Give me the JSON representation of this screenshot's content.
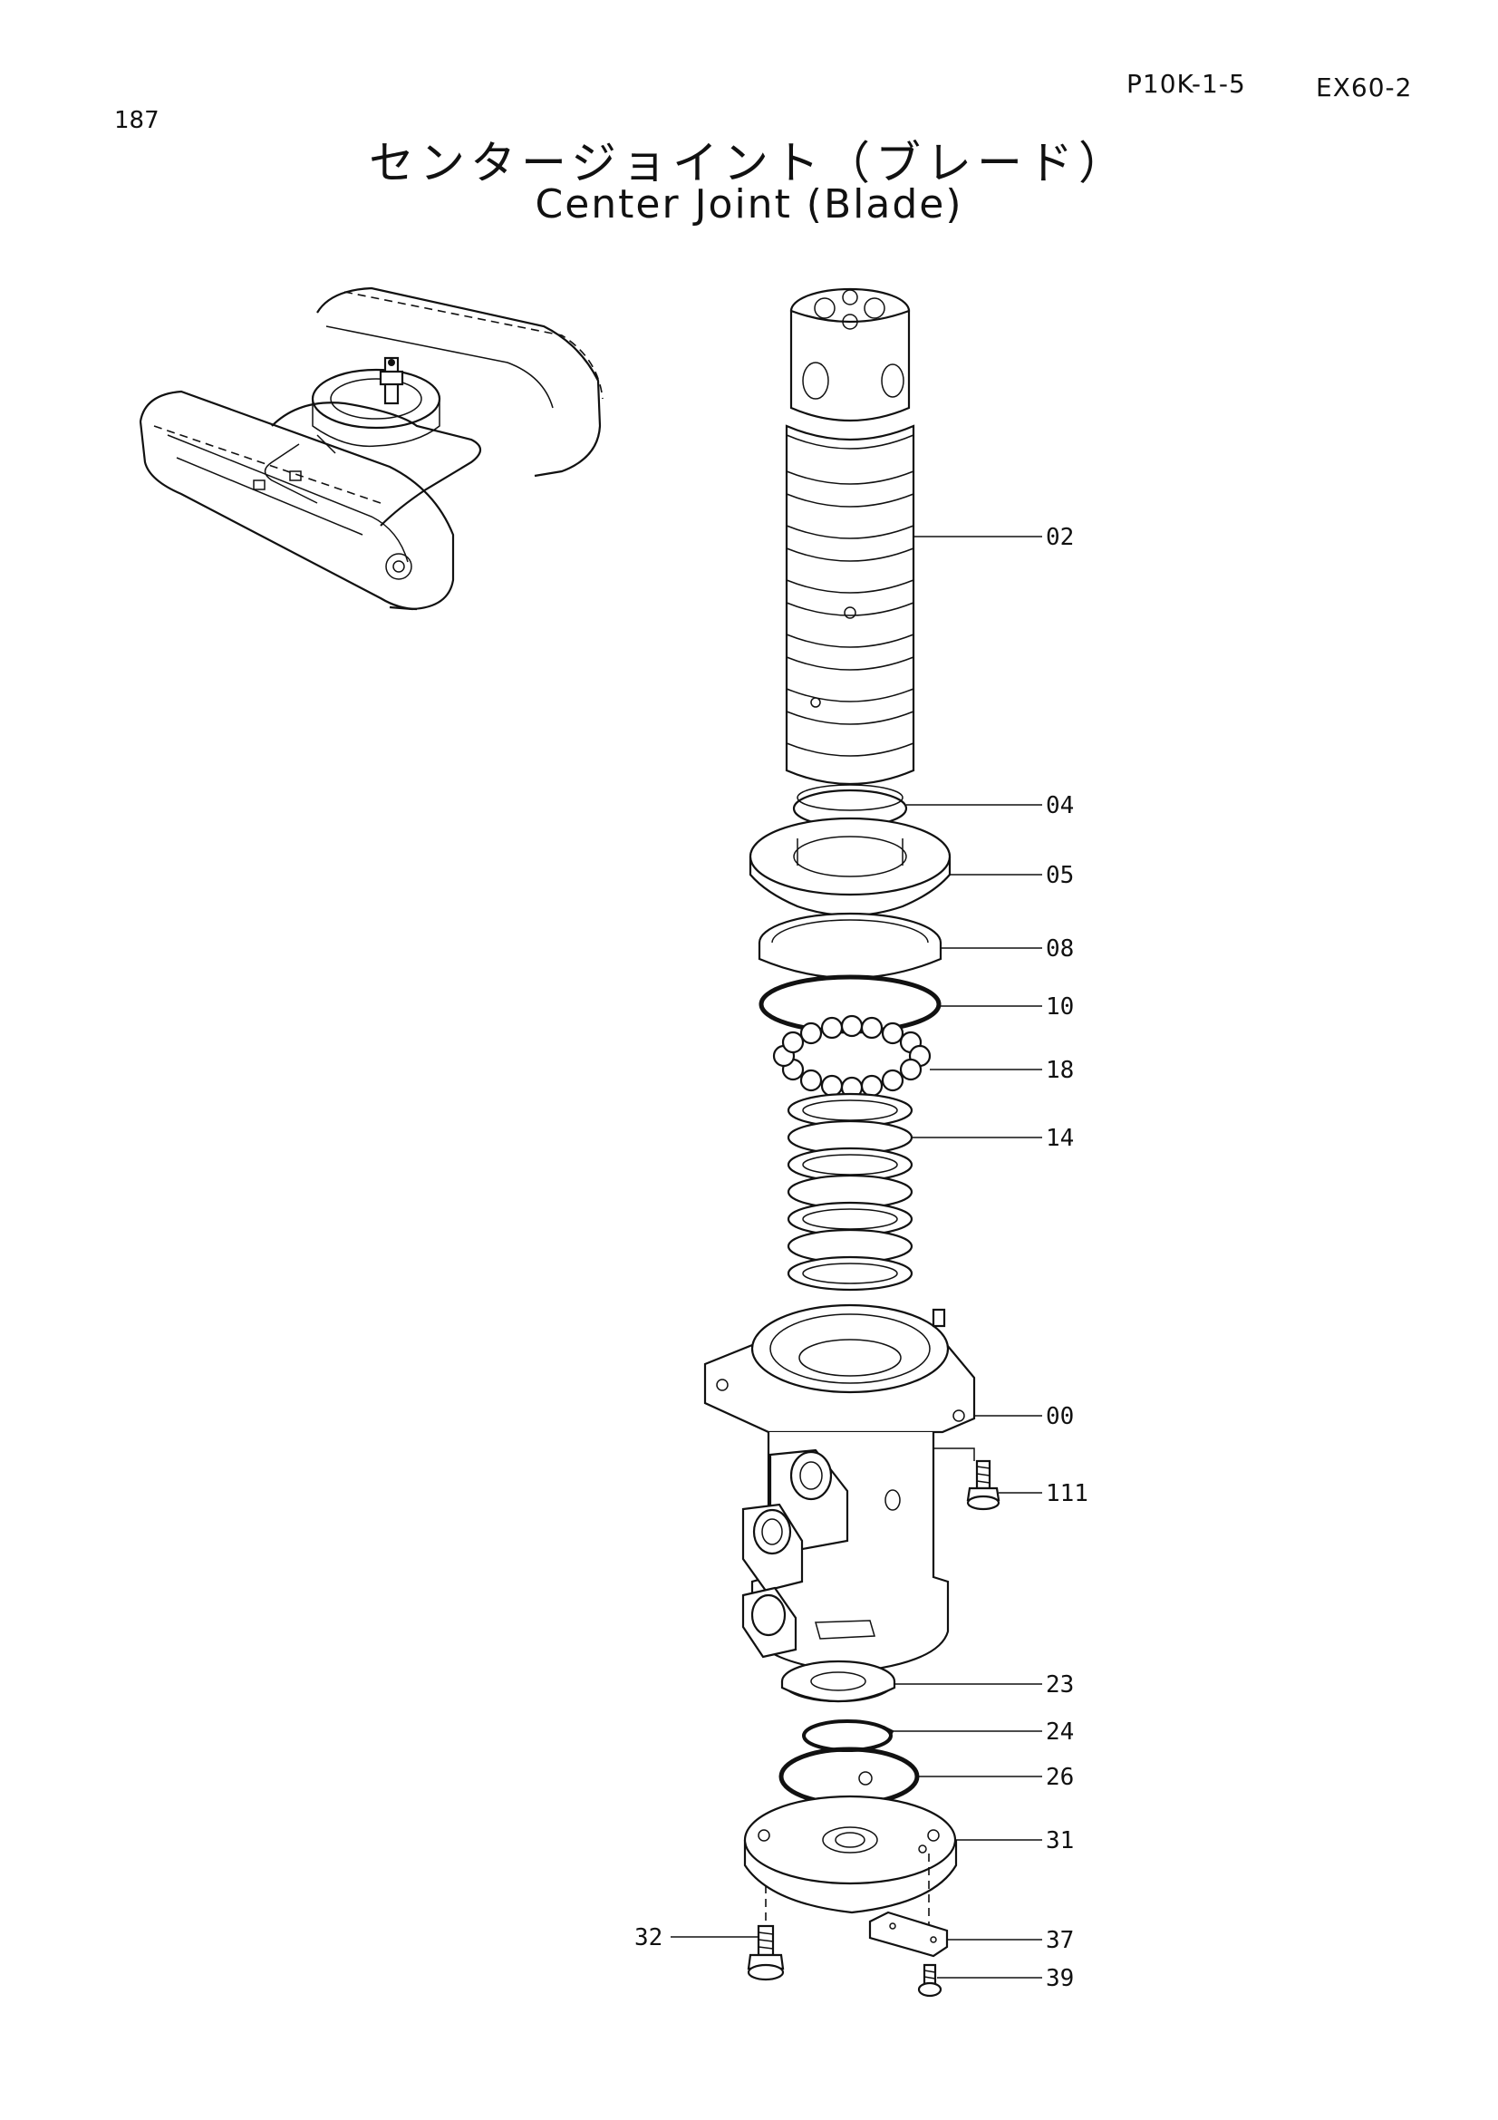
{
  "header": {
    "page_number": "187",
    "page_code": "P10K-1-5",
    "model": "EX60-2",
    "title_jp": "センタージョイント（ブレード）",
    "title_en": "Center Joint (Blade)"
  },
  "callouts": [
    "02",
    "04",
    "05",
    "08",
    "10",
    "18",
    "14",
    "00",
    "111",
    "23",
    "24",
    "26",
    "31",
    "32",
    "37",
    "39"
  ]
}
